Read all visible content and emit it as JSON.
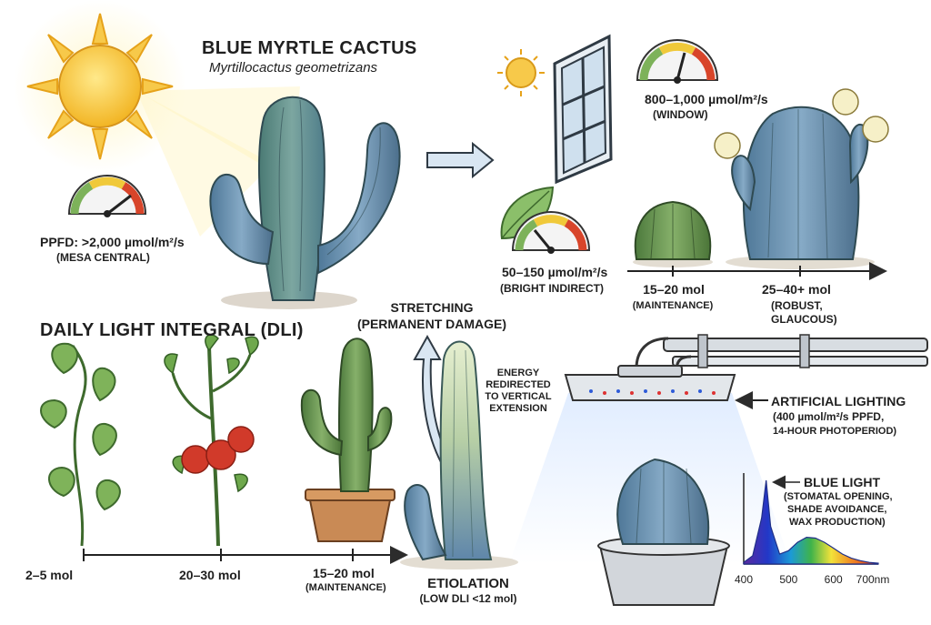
{
  "header": {
    "title": "BLUE MYRTLE CACTUS",
    "scientific_name": "Myrtillocactus geometrizans"
  },
  "sun_native": {
    "ppfd_label": "PPFD: >2,000 µmol/m²/s",
    "location": "(MESA CENTRAL)"
  },
  "window_light": {
    "ppfd": "800–1,000 µmol/m²/s",
    "source": "(WINDOW)"
  },
  "bright_indirect": {
    "ppfd": "50–150 µmol/m²/s",
    "source": "(BRIGHT INDIRECT)"
  },
  "upper_scale": {
    "maintenance_value": "15–20 mol",
    "maintenance_label": "(MAINTENANCE)",
    "robust_value": "25–40+ mol",
    "robust_label_1": "(ROBUST,",
    "robust_label_2": "GLAUCOUS)"
  },
  "dli": {
    "title": "DAILY LIGHT INTEGRAL (DLI)",
    "scale": [
      {
        "value": "2–5 mol",
        "note": ""
      },
      {
        "value": "20–30 mol",
        "note": ""
      },
      {
        "value": "15–20 mol",
        "note": "(MAINTENANCE)"
      }
    ]
  },
  "stretching": {
    "line1": "STRETCHING",
    "line2": "(PERMANENT DAMAGE)",
    "energy_1": "ENERGY",
    "energy_2": "REDIRECTED",
    "energy_3": "TO VERTICAL",
    "energy_4": "EXTENSION"
  },
  "etiolation": {
    "title": "ETIOLATION",
    "note": "(LOW DLI <12 mol)"
  },
  "artificial": {
    "title": "ARTIFICIAL LIGHTING",
    "line2": "(400 µmol/m²/s PPFD,",
    "line3": "14-HOUR PHOTOPERIOD)"
  },
  "blue_light": {
    "title": "BLUE LIGHT",
    "line2": "(STOMATAL OPENING,",
    "line3": "SHADE AVOIDANCE,",
    "line4": "WAX PRODUCTION)"
  },
  "chart_data": {
    "type": "area",
    "title": "",
    "xlabel": "",
    "ylabel": "",
    "x_unit": "nm",
    "xlim": [
      400,
      700
    ],
    "x_ticks": [
      "400",
      "500",
      "600",
      "700nm"
    ],
    "x": [
      400,
      420,
      440,
      450,
      460,
      480,
      500,
      520,
      540,
      560,
      580,
      600,
      620,
      640,
      660,
      680,
      700
    ],
    "values": [
      0.02,
      0.1,
      0.55,
      1.0,
      0.45,
      0.12,
      0.16,
      0.26,
      0.32,
      0.31,
      0.26,
      0.19,
      0.12,
      0.07,
      0.04,
      0.02,
      0.01
    ],
    "grid": false
  },
  "colors": {
    "cactus_blue": "#6f94b4",
    "cactus_green": "#5f8a4e",
    "sun": "#f4c430",
    "arrow": "#3a3a3a",
    "tomato": "#d13a2a"
  }
}
